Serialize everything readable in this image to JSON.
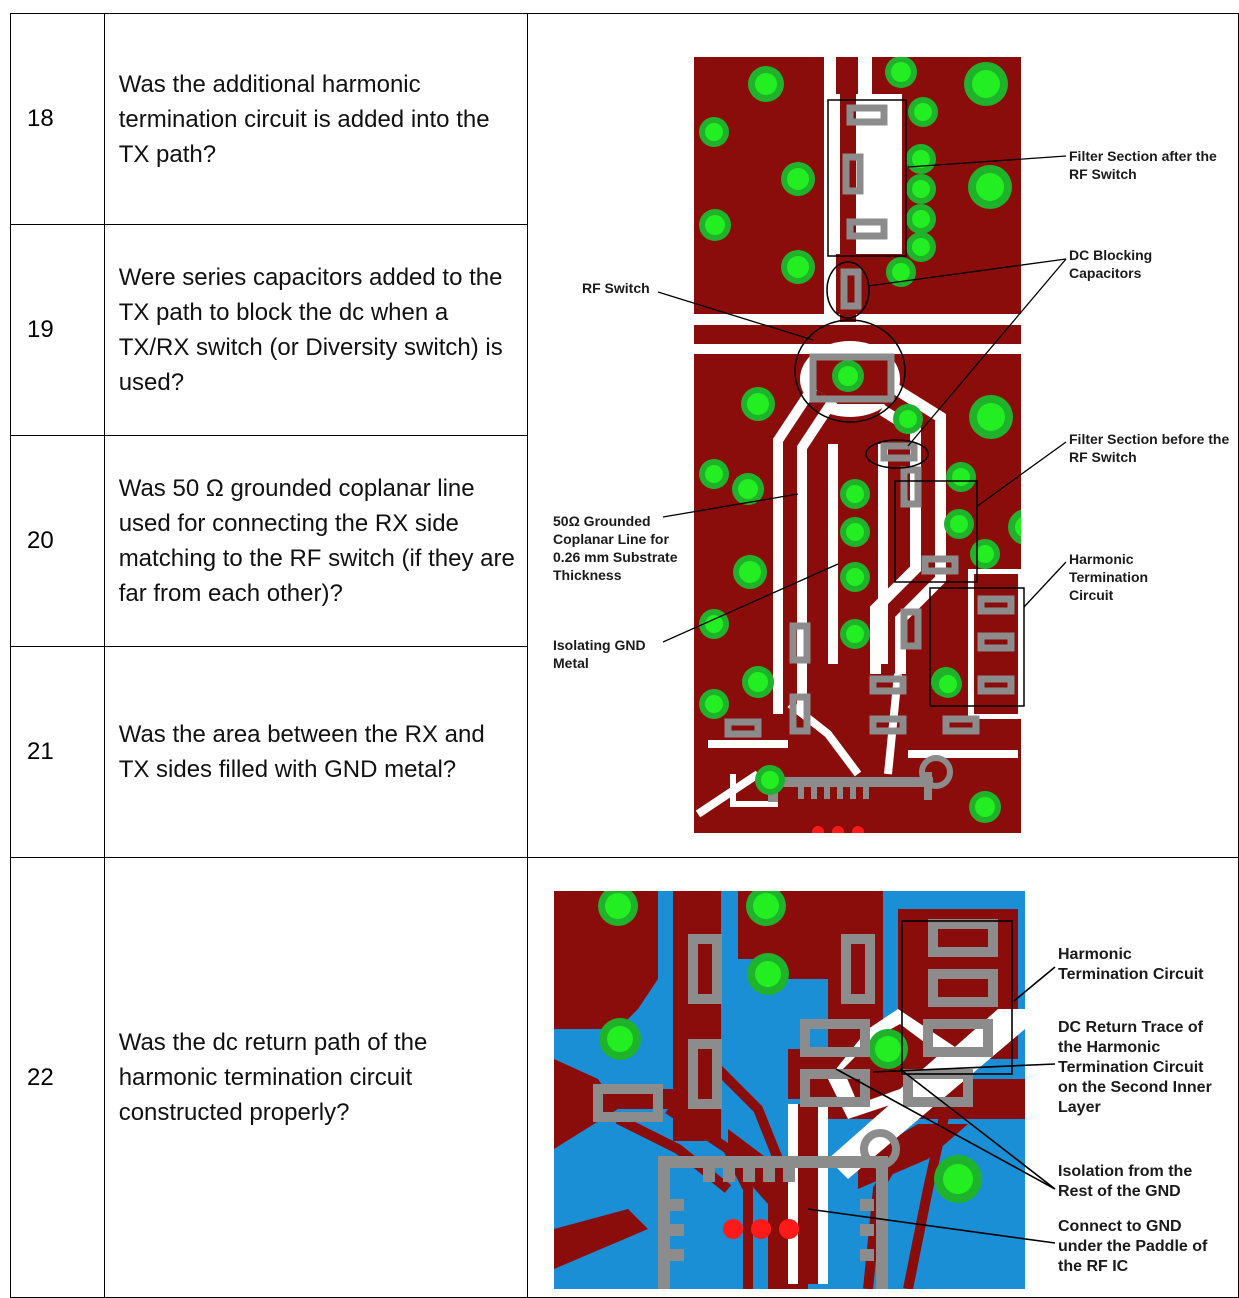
{
  "rows": [
    {
      "num": "18",
      "question": "Was the additional harmonic termination circuit is added into the TX path?"
    },
    {
      "num": "19",
      "question": "Were series capacitors added to the TX path to block the dc when a TX/RX switch (or Diversity switch) is used?"
    },
    {
      "num": "20",
      "question": "Was 50 Ω grounded coplanar line used for connecting the RX side matching to the RF switch (if they are far from each other)?"
    },
    {
      "num": "21",
      "question": "Was the area between the RX and TX sides filled with GND metal?"
    },
    {
      "num": "22",
      "question": "Was the dc return path of the harmonic termination circuit constructed properly?"
    }
  ],
  "figure1": {
    "labels": {
      "filter_after": "Filter Section after the RF Switch",
      "dc_blocking": "DC Blocking Capacitors",
      "rf_switch": "RF Switch",
      "filter_before": "Filter Section before the RF Switch",
      "coplanar": "50Ω Grounded Coplanar Line for 0.26 mm Substrate Thickness",
      "harmonic": "Harmonic Termination Circuit",
      "isolating": "Isolating GND Metal"
    }
  },
  "figure2": {
    "labels": {
      "harmonic": "Harmonic Termination Circuit",
      "dc_return": "DC Return Trace of the Harmonic Termination Circuit on the Second Inner Layer",
      "isolation": "Isolation from the Rest of the GND",
      "connect": "Connect to GND under the Paddle of the RF IC"
    }
  },
  "colors": {
    "copper": "#8b0d0b",
    "via_outer": "#1fb32b",
    "via_inner": "#22ee22",
    "pad": "#8c8c8c",
    "inner_layer": "#1a8fd6",
    "paddle_via": "#ff1a1a"
  }
}
